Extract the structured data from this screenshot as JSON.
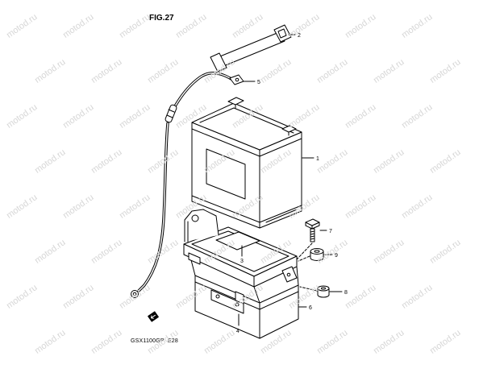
{
  "figure": {
    "title": "FIG.27",
    "model_code": "GSX1100GP  E28"
  },
  "callouts": [
    "1",
    "2",
    "3",
    "4",
    "5",
    "6",
    "7",
    "8",
    "9"
  ],
  "watermark": {
    "text": "motod.ru",
    "color": "#d6d6d6"
  },
  "colors": {
    "line": "#000000",
    "background": "#ffffff"
  },
  "icons": {
    "direction_tag": "front-arrow-icon"
  }
}
